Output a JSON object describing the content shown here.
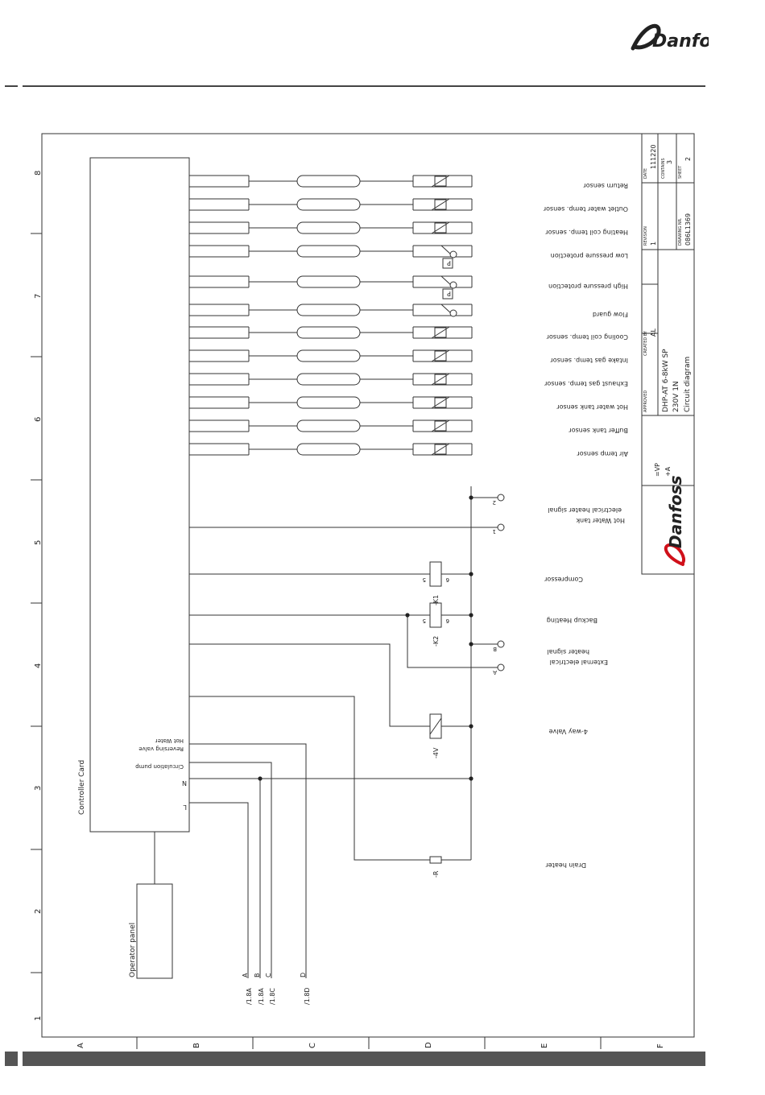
{
  "brand": {
    "name": "Danfoss",
    "color": "#d0101a"
  },
  "rows_axis": [
    "1",
    "2",
    "3",
    "4",
    "5",
    "6",
    "7",
    "8"
  ],
  "cols_axis": [
    "A",
    "B",
    "C",
    "D",
    "E",
    "F"
  ],
  "controller_label": "Controller Card",
  "operator_panel_label": "Operator panel",
  "sensors": [
    {
      "label": "Return sensor",
      "symbol": "thermistor"
    },
    {
      "label": "Outlet water temp. sensor",
      "symbol": "thermistor"
    },
    {
      "label": "Heating coil temp. sensor",
      "symbol": "thermistor"
    },
    {
      "label": "Low pressure protection",
      "symbol": "pressure"
    },
    {
      "label": "High pressure protection",
      "symbol": "pressure"
    },
    {
      "label": "Flow guard",
      "symbol": "switch"
    },
    {
      "label": "Cooling coil temp. sensor",
      "symbol": "thermistor"
    },
    {
      "label": "Intake gas temp. sensor",
      "symbol": "thermistor"
    },
    {
      "label": "Exhaust gas temp. sensor",
      "symbol": "thermistor"
    },
    {
      "label": "Hot water tank sensor",
      "symbol": "thermistor"
    },
    {
      "label": "Buffer tank sensor",
      "symbol": "thermistor"
    },
    {
      "label": "Air temp sensor",
      "symbol": "thermistor"
    }
  ],
  "pressure_mark": "P",
  "outputs": {
    "hotwater_signal": "Hot Water tank electrical heater signal",
    "terminal_1": "1",
    "terminal_2": "2",
    "compressor": "Compressor",
    "k1": "-K1",
    "k2": "-K2",
    "pin_5": "5",
    "pin_6": "6",
    "backup_heating": "Backup Heating",
    "external_signal": "External electrical heater signal",
    "terminal_a": "A",
    "terminal_b": "B",
    "valve": "4-way Valve",
    "valve_tag": "-4V",
    "drain": "Drain heater",
    "drain_tag": "-R"
  },
  "card_terminals": [
    "Hot Water Reversing valve",
    "Circulation pump",
    "N",
    "L"
  ],
  "refs": [
    {
      "letter": "A",
      "ref": "/1.8A"
    },
    {
      "letter": "B",
      "ref": "/1.8A"
    },
    {
      "letter": "C",
      "ref": "/1.8C"
    },
    {
      "letter": "D",
      "ref": "/1.8D"
    }
  ],
  "title_block": {
    "date_label": "DATE",
    "date": "111220",
    "contains_label": "CONTAINS",
    "contains": "3",
    "sheet_label": "SHEET",
    "sheet": "2",
    "revision_label": "REVISION",
    "revision": "1",
    "drawing_label": "DRAWING NR.",
    "drawing": "086L1369",
    "created_label": "CREATED BY",
    "created": "AL",
    "approved_label": "APPROVED",
    "title1": "DHP-AT 6-8kW SP",
    "title2": "230V 1N",
    "title3": "Circuit diagram",
    "vp": "=VP",
    "a": "+A"
  }
}
